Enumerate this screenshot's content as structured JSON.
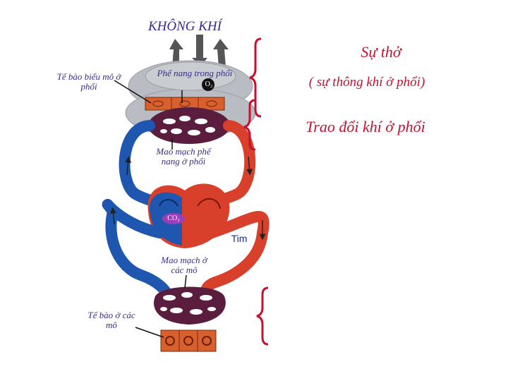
{
  "labels": {
    "air": "KHÔNG KHÍ",
    "alveoli": "Phế nang trong phổi",
    "alveoli_o2": "O₂",
    "epithelial_cell": "Tế bào biểu mô ở phổi",
    "pulmonary_capillary": "Mao mạch phế nang ở phổi",
    "co2_blood": "CO₂",
    "heart": "Tim",
    "tissue_capillary": "Mao mạch ở các mô",
    "tissue_cell": "Tế bào ở các mô"
  },
  "right_panel": {
    "breathing": "Sự thở",
    "ventilation": "( sự thông khí ở phổi)",
    "gas_exchange": "Trao đổi khí ở phổi"
  },
  "colors": {
    "oxygenated": "#d8402c",
    "deoxygenated": "#1f56b0",
    "brace": "#c8102e",
    "label_text": "#3a2a8a"
  }
}
